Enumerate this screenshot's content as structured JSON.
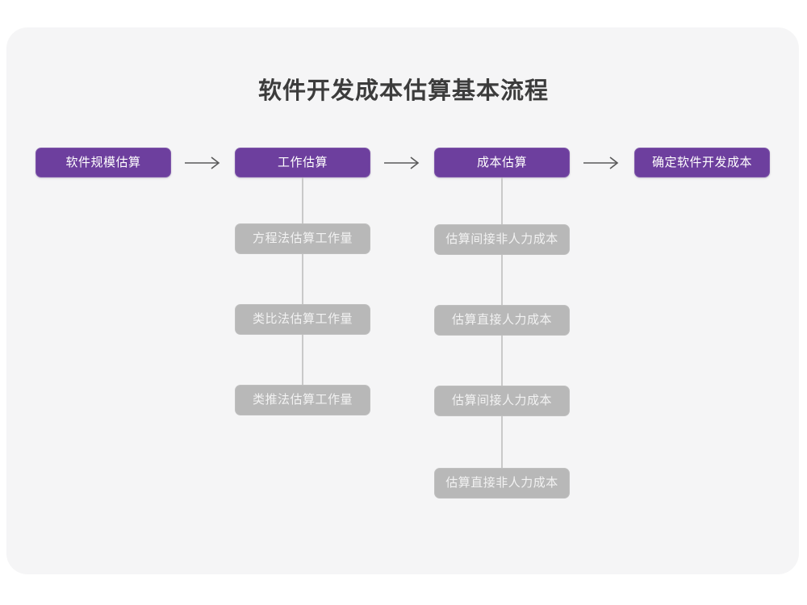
{
  "page": {
    "background": "#ffffff",
    "card_background": "#f5f5f6"
  },
  "diagram": {
    "title": "软件开发成本估算基本流程",
    "colors": {
      "primary": "#6d3f9e",
      "secondary": "#b8b8b8",
      "connector": "#c9c9c9",
      "arrow": "#5a5a5a",
      "title_text": "#3c3c3c",
      "primary_text": "#ffffff",
      "secondary_text": "#f2f2f2"
    },
    "main_steps": [
      {
        "id": "step-1",
        "label": "软件规模估算"
      },
      {
        "id": "step-2",
        "label": "工作估算"
      },
      {
        "id": "step-3",
        "label": "成本估算"
      },
      {
        "id": "step-4",
        "label": "确定软件开发成本"
      }
    ],
    "arrows": [
      {
        "id": "arrow-1",
        "glyph": "arrow-right-icon"
      },
      {
        "id": "arrow-2",
        "glyph": "arrow-right-icon"
      },
      {
        "id": "arrow-3",
        "glyph": "arrow-right-icon"
      }
    ],
    "branches": [
      {
        "id": "branch-work-estimation",
        "parent": "工作估算",
        "items": [
          {
            "id": "work-1",
            "label": "方程法估算工作量"
          },
          {
            "id": "work-2",
            "label": "类比法估算工作量"
          },
          {
            "id": "work-3",
            "label": "类推法估算工作量"
          }
        ]
      },
      {
        "id": "branch-cost-estimation",
        "parent": "成本估算",
        "items": [
          {
            "id": "cost-1",
            "label": "估算间接非人力成本"
          },
          {
            "id": "cost-2",
            "label": "估算直接人力成本"
          },
          {
            "id": "cost-3",
            "label": "估算间接人力成本"
          },
          {
            "id": "cost-4",
            "label": "估算直接非人力成本"
          }
        ]
      }
    ]
  }
}
